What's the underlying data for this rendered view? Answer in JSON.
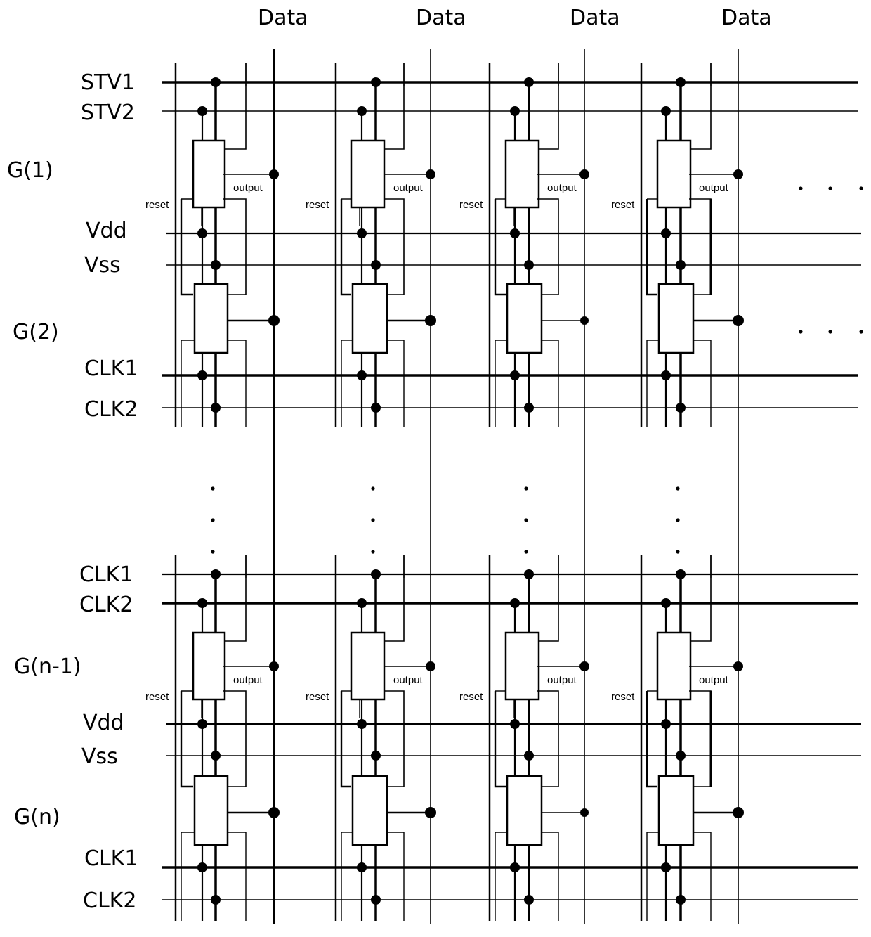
{
  "diagram": {
    "column_header": "Data",
    "line_labels": {
      "stv1": "STV1",
      "stv2": "STV2",
      "vdd": "Vdd",
      "vss": "Vss",
      "clk1": "CLK1",
      "clk2": "CLK2"
    },
    "gate_labels": {
      "g1": "G(1)",
      "g2": "G(2)",
      "gn1": "G(n-1)",
      "gn": "G(n)"
    },
    "port_labels": {
      "reset": "reset",
      "output": "output"
    },
    "column_count": 4,
    "colors": {
      "line": "#000000",
      "background": "#ffffff"
    }
  }
}
